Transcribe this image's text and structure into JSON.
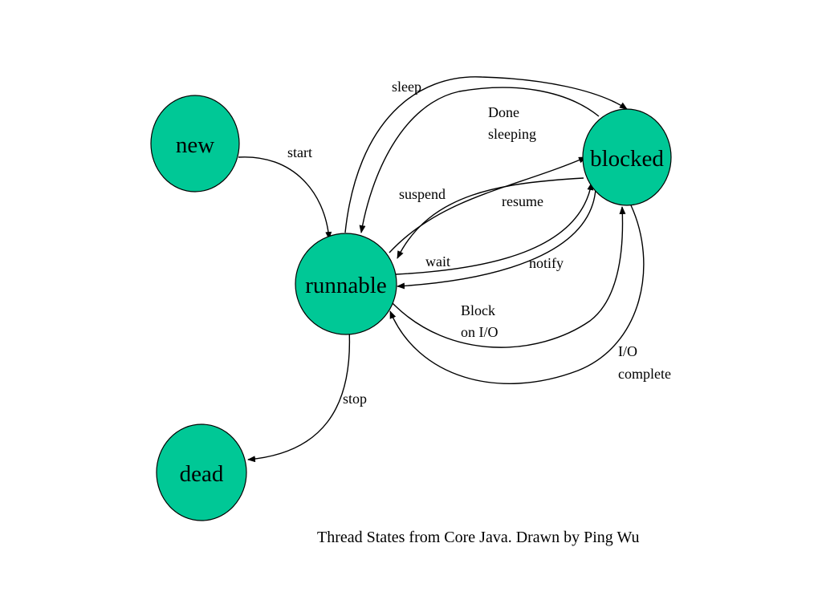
{
  "colors": {
    "state_fill": "#00c896",
    "stroke": "#000000",
    "background": "#ffffff"
  },
  "states": {
    "new": "new",
    "runnable": "runnable",
    "blocked": "blocked",
    "dead": "dead"
  },
  "transitions": {
    "start": {
      "label": "start",
      "from": "new",
      "to": "runnable"
    },
    "sleep": {
      "label": "sleep",
      "from": "runnable",
      "to": "blocked"
    },
    "done_sleeping": {
      "label_line1": "Done",
      "label_line2": "sleeping",
      "from": "blocked",
      "to": "runnable"
    },
    "suspend": {
      "label": "suspend",
      "from": "blocked",
      "to": "runnable"
    },
    "resume": {
      "label": "resume",
      "from": "runnable",
      "to": "blocked"
    },
    "wait": {
      "label": "wait",
      "from": "runnable",
      "to": "blocked"
    },
    "notify": {
      "label": "notify",
      "from": "blocked",
      "to": "runnable"
    },
    "block_on_io": {
      "label_line1": "Block",
      "label_line2": "on I/O",
      "from": "runnable",
      "to": "blocked"
    },
    "io_complete": {
      "label_line1": "I/O",
      "label_line2": "complete",
      "from": "blocked",
      "to": "runnable"
    },
    "stop": {
      "label": "stop",
      "from": "runnable",
      "to": "dead"
    }
  },
  "caption": "Thread States from Core Java. Drawn by Ping Wu"
}
